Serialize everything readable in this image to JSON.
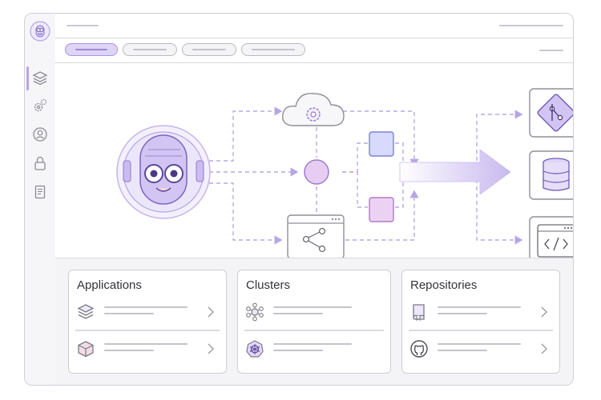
{
  "cards": [
    {
      "title": "Applications",
      "rows": [
        {
          "icon": "layers-icon"
        },
        {
          "icon": "package-box-icon"
        }
      ]
    },
    {
      "title": "Clusters",
      "rows": [
        {
          "icon": "cluster-network-icon"
        },
        {
          "icon": "kubernetes-helm-icon"
        }
      ]
    },
    {
      "title": "Repositories",
      "rows": [
        {
          "icon": "book-icon"
        },
        {
          "icon": "github-icon"
        }
      ]
    }
  ],
  "colors": {
    "accent": "#b7a5e6",
    "accent_fill": "#ded4f6",
    "node_blue": "#d7dafd",
    "node_pink": "#ecd2f2",
    "border": "#cfcfd6"
  }
}
